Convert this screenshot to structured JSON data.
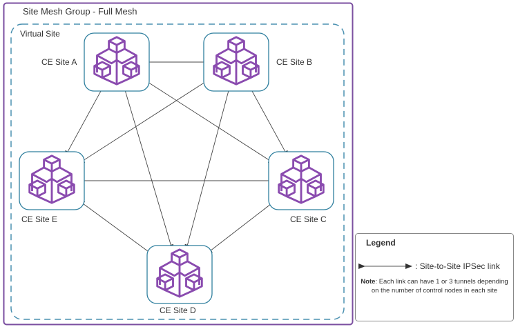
{
  "group": {
    "title": "Site Mesh Group - Full Mesh",
    "border_color": "#7b4fa0"
  },
  "virtual_site": {
    "label": "Virtual Site",
    "border_color": "#4a90b0"
  },
  "sites": [
    {
      "id": "A",
      "label": "CE Site A"
    },
    {
      "id": "B",
      "label": "CE Site B"
    },
    {
      "id": "C",
      "label": "CE Site C"
    },
    {
      "id": "D",
      "label": "CE Site D"
    },
    {
      "id": "E",
      "label": "CE Site E"
    }
  ],
  "links": [
    [
      "A",
      "B"
    ],
    [
      "A",
      "C"
    ],
    [
      "A",
      "D"
    ],
    [
      "A",
      "E"
    ],
    [
      "B",
      "C"
    ],
    [
      "B",
      "D"
    ],
    [
      "B",
      "E"
    ],
    [
      "C",
      "D"
    ],
    [
      "C",
      "E"
    ],
    [
      "D",
      "E"
    ]
  ],
  "icon": {
    "name": "cubes-cluster-icon",
    "color": "#8a4baf",
    "box_border": "#2f7f9e"
  },
  "legend": {
    "title": "Legend",
    "link_label": ": Site-to-Site IPSec link",
    "note_bold": "Note",
    "note_line1": ": Each link can have 1 or 3 tunnels depending",
    "note_line2": "on the number of control nodes in each site"
  }
}
